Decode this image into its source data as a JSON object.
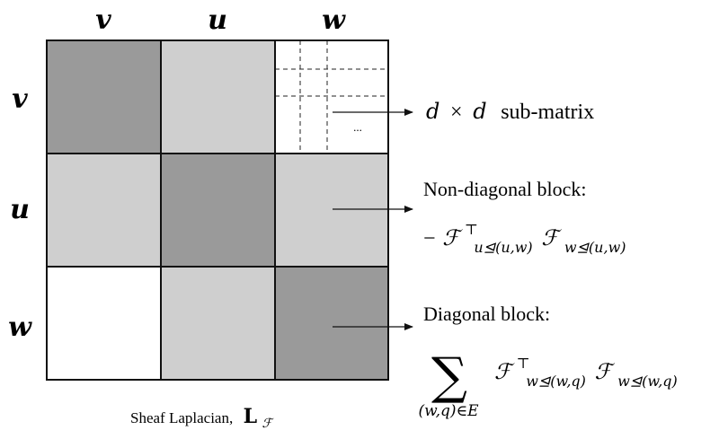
{
  "column_labels": [
    "v",
    "u",
    "w"
  ],
  "row_labels": [
    "v",
    "u",
    "w"
  ],
  "colors": {
    "dark_block": "#9a9a9a",
    "light_block": "#cfcfcf",
    "empty_block": "#ffffff",
    "stroke": "#111111"
  },
  "blocks": [
    [
      "dark",
      "light",
      "sub"
    ],
    [
      "light",
      "dark",
      "light"
    ],
    [
      "empty",
      "light",
      "dark"
    ]
  ],
  "ellipsis": "...",
  "annotations": {
    "submatrix": {
      "d1": "d",
      "times": "×",
      "d2": "d",
      "label": "sub-matrix"
    },
    "nondiagonal": {
      "title": "Non-diagonal block:",
      "neg": "−",
      "F": "ℱ",
      "transpose": "⊤",
      "sub1": "u⊴(u,w)",
      "sub2": "w⊴(u,w)"
    },
    "diagonal": {
      "title": "Diagonal block:",
      "sum": "∑",
      "sum_sub": "(w,q)∈E",
      "F": "ℱ",
      "transpose": "⊤",
      "sub1": "w⊴(w,q)",
      "sub2": "w⊴(w,q)"
    }
  },
  "caption": {
    "text": "Sheaf Laplacian,",
    "symbol": "L",
    "symbol_sub": "ℱ"
  }
}
